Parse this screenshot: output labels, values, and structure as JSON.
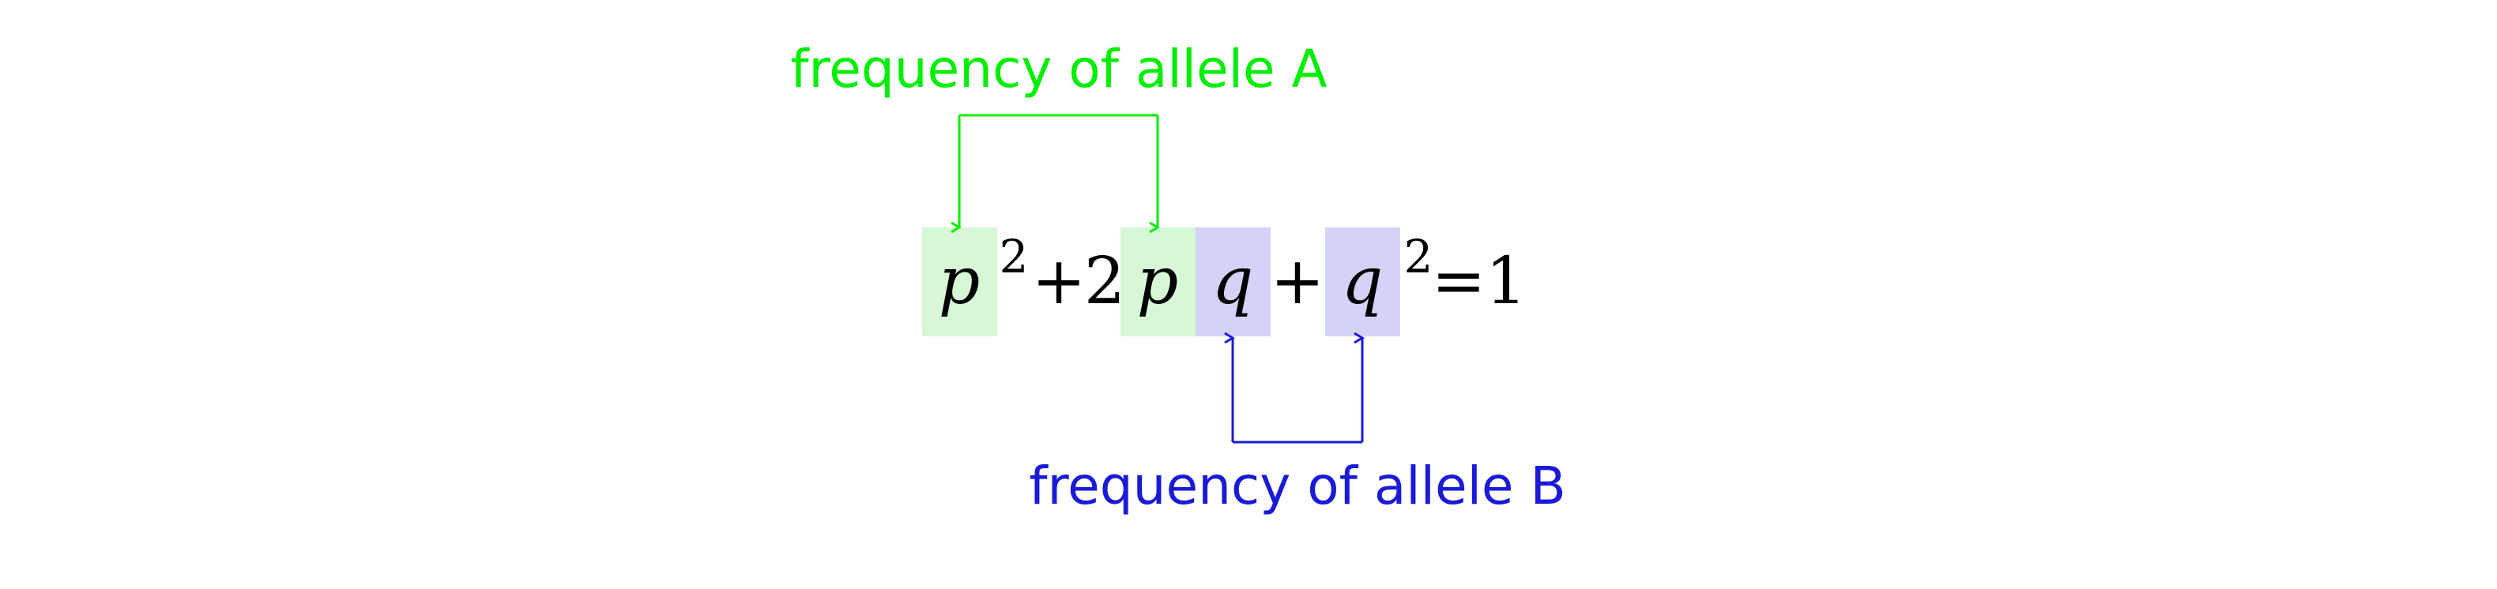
{
  "colors": {
    "allele_a": "#00ee00",
    "allele_b": "#1a1ad8",
    "box_a_fill": "#d6f8d6",
    "box_b_fill": "#d3d3f7"
  },
  "labels": {
    "allele_a": "frequency of allele A",
    "allele_b": "frequency of allele B"
  },
  "equation": {
    "term1_var": "p",
    "term1_exp": "2",
    "plus1": "+",
    "coef": "2",
    "term2_var_p": "p",
    "term2_var_q": "q",
    "plus2": "+",
    "term3_var": "q",
    "term3_exp": "2",
    "equals": "=",
    "rhs": "1"
  }
}
